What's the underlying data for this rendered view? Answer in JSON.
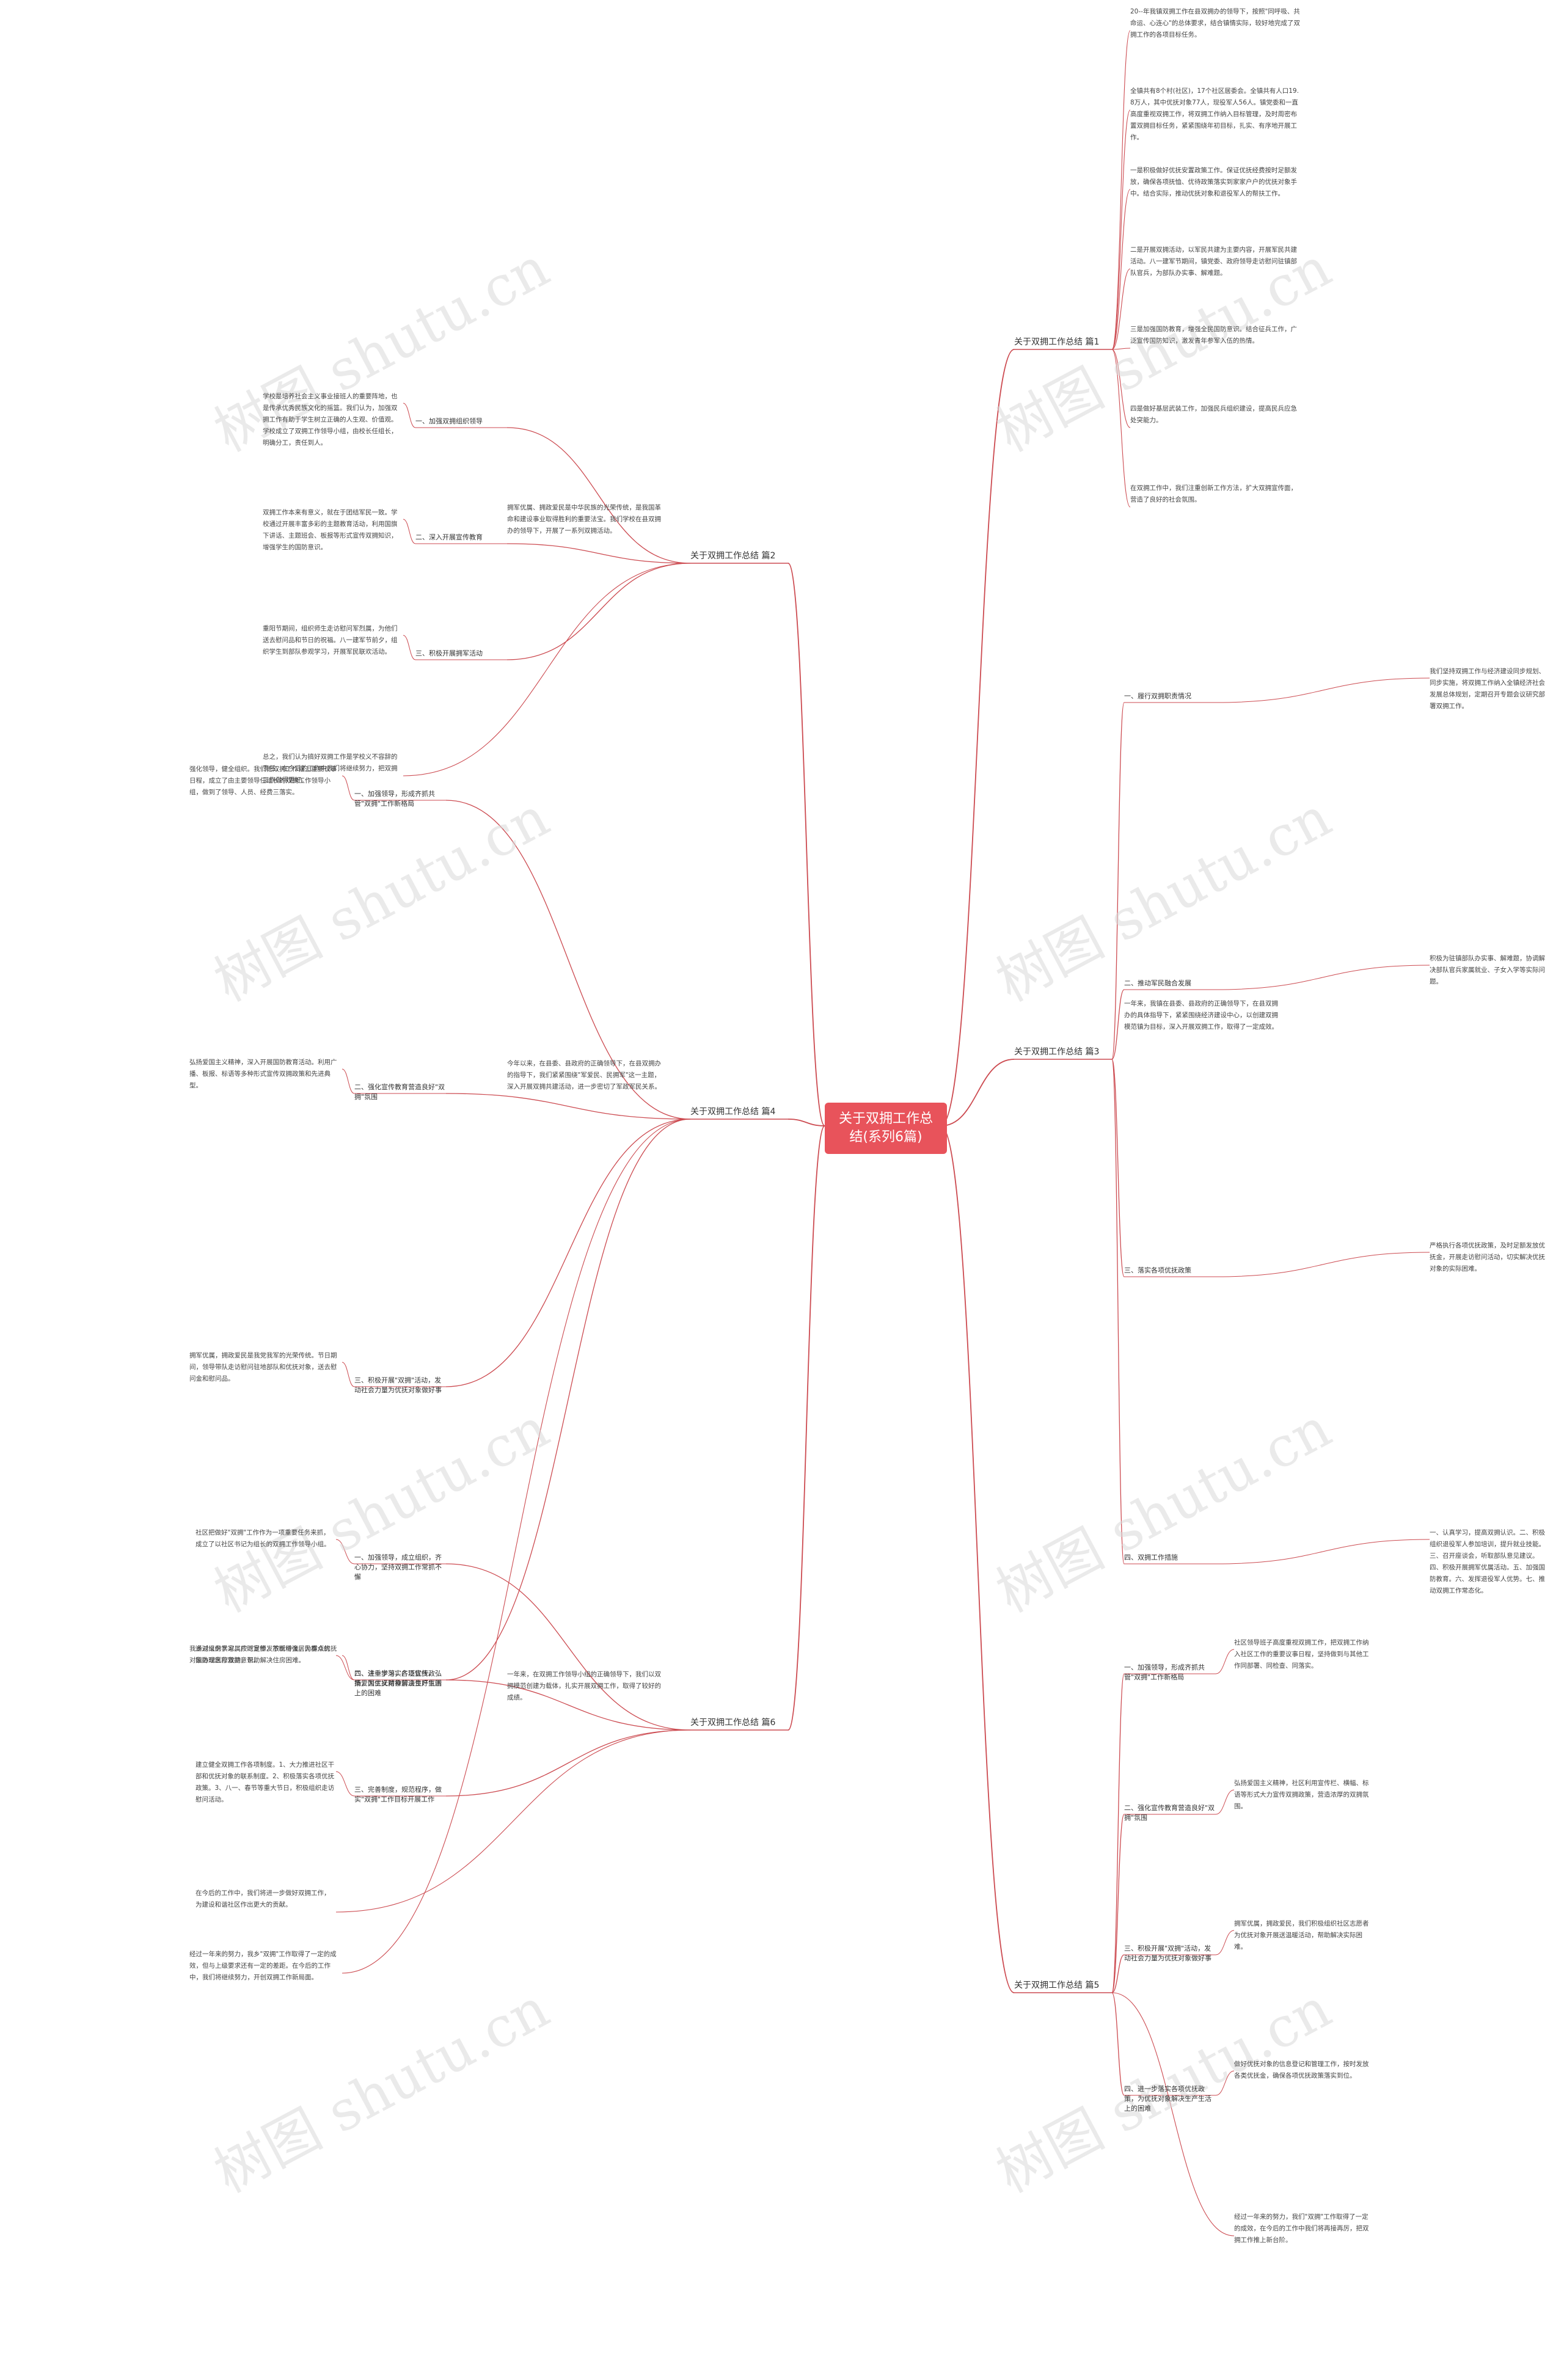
{
  "root": "关于双拥工作总结(系列6篇)",
  "watermark": "树图 shutu.cn",
  "colors": {
    "line": "#cc4a50",
    "root": "#e8535b",
    "text": "#333333"
  },
  "branches": [
    {
      "label": "关于双拥工作总结 篇1",
      "children": [
        {
          "title": "",
          "text": "20--年我镇双拥工作在县双拥办的领导下，按照\"同呼吸、共命运、心连心\"的总体要求，结合镇情实际，较好地完成了双拥工作的各项目标任务。"
        },
        {
          "title": "",
          "text": "全镇共有8个村(社区)，17个社区居委会。全镇共有人口19.8万人，其中优抚对象77人，现役军人56人。镇党委和一直高度重视双拥工作，将双拥工作纳入目标管理，及时周密布置双拥目标任务，紧紧围绕年初目标，扎实、有序地开展工作。"
        },
        {
          "title": "",
          "text": "一是积极做好优抚安置政策工作。保证优抚经费按时足额发放，确保各项抚恤、优待政策落实到家家户户的优抚对象手中。结合实际，推动优抚对象和退役军人的帮扶工作。"
        },
        {
          "title": "",
          "text": "二是开展双拥活动，以军民共建为主要内容，开展军民共建活动。八一建军节期间，镇党委、政府领导走访慰问驻镇部队官兵，为部队办实事、解难题。"
        },
        {
          "title": "",
          "text": "三是加强国防教育，增强全民国防意识。结合征兵工作，广泛宣传国防知识，激发青年参军入伍的热情。"
        },
        {
          "title": "",
          "text": "四是做好基层武装工作，加强民兵组织建设，提高民兵应急处突能力。"
        },
        {
          "title": "",
          "text": "在双拥工作中，我们注重创新工作方法，扩大双拥宣传面，营造了良好的社会氛围。"
        }
      ]
    },
    {
      "label": "关于双拥工作总结 篇2",
      "children": [
        {
          "title": "一、加强双拥组织领导",
          "text": "学校是培养社会主义事业接班人的重要阵地，也是传承优秀民族文化的摇篮。我们认为，加强双拥工作有助于学生树立正确的人生观、价值观。学校成立了双拥工作领导小组，由校长任组长，明确分工，责任到人。"
        },
        {
          "title": "二、深入开展宣传教育",
          "text": "双拥工作本来有意义，就在于团结军民一致。学校通过开展丰富多彩的主题教育活动，利用国旗下讲话、主题班会、板报等形式宣传双拥知识，增强学生的国防意识。"
        },
        {
          "title": "三、积极开展拥军活动",
          "text": "重阳节期间，组织师生走访慰问军烈属，为他们送去慰问品和节日的祝福。八一建军节前夕，组织学生到部队参观学习，开展军民联欢活动。"
        },
        {
          "title": "",
          "text": "总之，我们认为搞好双拥工作是学校义不容辞的责任，在今后的工作中我们将继续努力，把双拥工作做得更好。"
        }
      ],
      "intro": "拥军优属、拥政爱民是中华民族的光荣传统，是我国革命和建设事业取得胜利的重要法宝。我们学校在县双拥办的领导下，开展了一系列双拥活动。"
    },
    {
      "label": "关于双拥工作总结 篇3",
      "intro": "一年来，我镇在县委、县政府的正确领导下，在县双拥办的具体指导下，紧紧围绕经济建设中心，以创建双拥模范镇为目标，深入开展双拥工作，取得了一定成效。",
      "children": [
        {
          "title": "一、履行双拥职责情况",
          "text": "我们坚持双拥工作与经济建设同步规划、同步实施，将双拥工作纳入全镇经济社会发展总体规划，定期召开专题会议研究部署双拥工作。"
        },
        {
          "title": "二、推动军民融合发展",
          "text": "积极为驻镇部队办实事、解难题，协调解决部队官兵家属就业、子女入学等实际问题。"
        },
        {
          "title": "三、落实各项优抚政策",
          "text": "严格执行各项优抚政策，及时足额发放优抚金，开展走访慰问活动，切实解决优抚对象的实际困难。"
        },
        {
          "title": "四、双拥工作措施",
          "text": "一、认真学习，提高双拥认识。二、积极组织退役军人参加培训，提升就业技能。三、召开座谈会，听取部队意见建议。四、积极开展拥军优属活动。五、加强国防教育。六、发挥退役军人优势。七、推动双拥工作常态化。"
        }
      ]
    },
    {
      "label": "关于双拥工作总结 篇4",
      "intro": "今年以来，在县委、县政府的正确领导下，在县双拥办的指导下，我们紧紧围绕\"军爱民、民拥军\"这一主题，深入开展双拥共建活动，进一步密切了军政军民关系。",
      "children": [
        {
          "title": "一、加强领导，形成齐抓共管\"双拥\"工作新格局",
          "text": "强化领导，健全组织。我们把双拥工作摆上重要议事日程，成立了由主要领导任组长的双拥工作领导小组，做到了领导、人员、经费三落实。"
        },
        {
          "title": "二、强化宣传教育营造良好\"双拥\"氛围",
          "text": "弘扬爱国主义精神，深入开展国防教育活动。利用广播、板报、标语等多种形式宣传双拥政策和先进典型。"
        },
        {
          "title": "三、积极开展\"双拥\"活动，发动社会力量为优抚对象做好事",
          "text": "拥军优属，拥政爱民是我党我军的光荣传统。节日期间，领导带队走访慰问驻地部队和优抚对象，送去慰问金和慰问品。"
        },
        {
          "title": "四、进一步落实各项优抚政策，为优抚对象解决生产生活上的困难",
          "text": "我乡对义务兵家属按时足额发放优待金，为重点优抚对象办理医疗救助，帮助解决住房困难。"
        },
        {
          "title": "",
          "text": "经过一年来的努力，我乡\"双拥\"工作取得了一定的成效，但与上级要求还有一定的差距。在今后的工作中，我们将继续努力，开创双拥工作新局面。"
        }
      ]
    },
    {
      "label": "关于双拥工作总结 篇5",
      "children": [
        {
          "title": "一、加强领导，形成齐抓共管\"双拥\"工作新格局",
          "text": "社区领导班子高度重视双拥工作，把双拥工作纳入社区工作的重要议事日程，坚持做到与其他工作同部署、同检查、同落实。"
        },
        {
          "title": "二、强化宣传教育营造良好\"双拥\"氛围",
          "text": "弘扬爱国主义精神，社区利用宣传栏、横幅、标语等形式大力宣传双拥政策，营造浓厚的双拥氛围。"
        },
        {
          "title": "三、积极开展\"双拥\"活动，发动社会力量为优抚对象做好事",
          "text": "拥军优属，拥政爱民，我们积极组织社区志愿者为优抚对象开展送温暖活动，帮助解决实际困难。"
        },
        {
          "title": "四、进一步落实各项优抚政策，为优抚对象解决生产生活上的困难",
          "text": "做好优抚对象的信息登记和管理工作，按时发放各类优抚金，确保各项优抚政策落实到位。"
        },
        {
          "title": "",
          "text": "经过一年来的努力，我们\"双拥\"工作取得了一定的成效，在今后的工作中我们将再接再厉，把双拥工作推上新台阶。"
        }
      ]
    },
    {
      "label": "关于双拥工作总结 篇6",
      "intro": "一年来，在双拥工作领导小组的正确领导下，我们以双拥模范创建为载体，扎实开展双拥工作，取得了较好的成绩。",
      "children": [
        {
          "title": "一、加强领导，成立组织，齐心协力，坚持双拥工作常抓不懈",
          "text": "社区把做好\"双拥\"工作作为一项重要任务来抓，成立了以社区书记为组长的双拥工作领导小组。"
        },
        {
          "title": "二、注重学习，广泛宣传，弘扬爱国主义精神营造良好氛围",
          "text": "通过组织学习、广泛宣传，不断增强居民群众的国防观念和双拥意识。"
        },
        {
          "title": "三、完善制度，规范程序，做实\"双拥\"工作目标开展工作",
          "text": "建立健全双拥工作各项制度。1、大力推进社区干部和优抚对象的联系制度。2、积极落实各项优抚政策。3、八一、春节等重大节日，积极组织走访慰问活动。"
        },
        {
          "title": "",
          "text": "在今后的工作中，我们将进一步做好双拥工作，为建设和谐社区作出更大的贡献。"
        }
      ]
    }
  ]
}
